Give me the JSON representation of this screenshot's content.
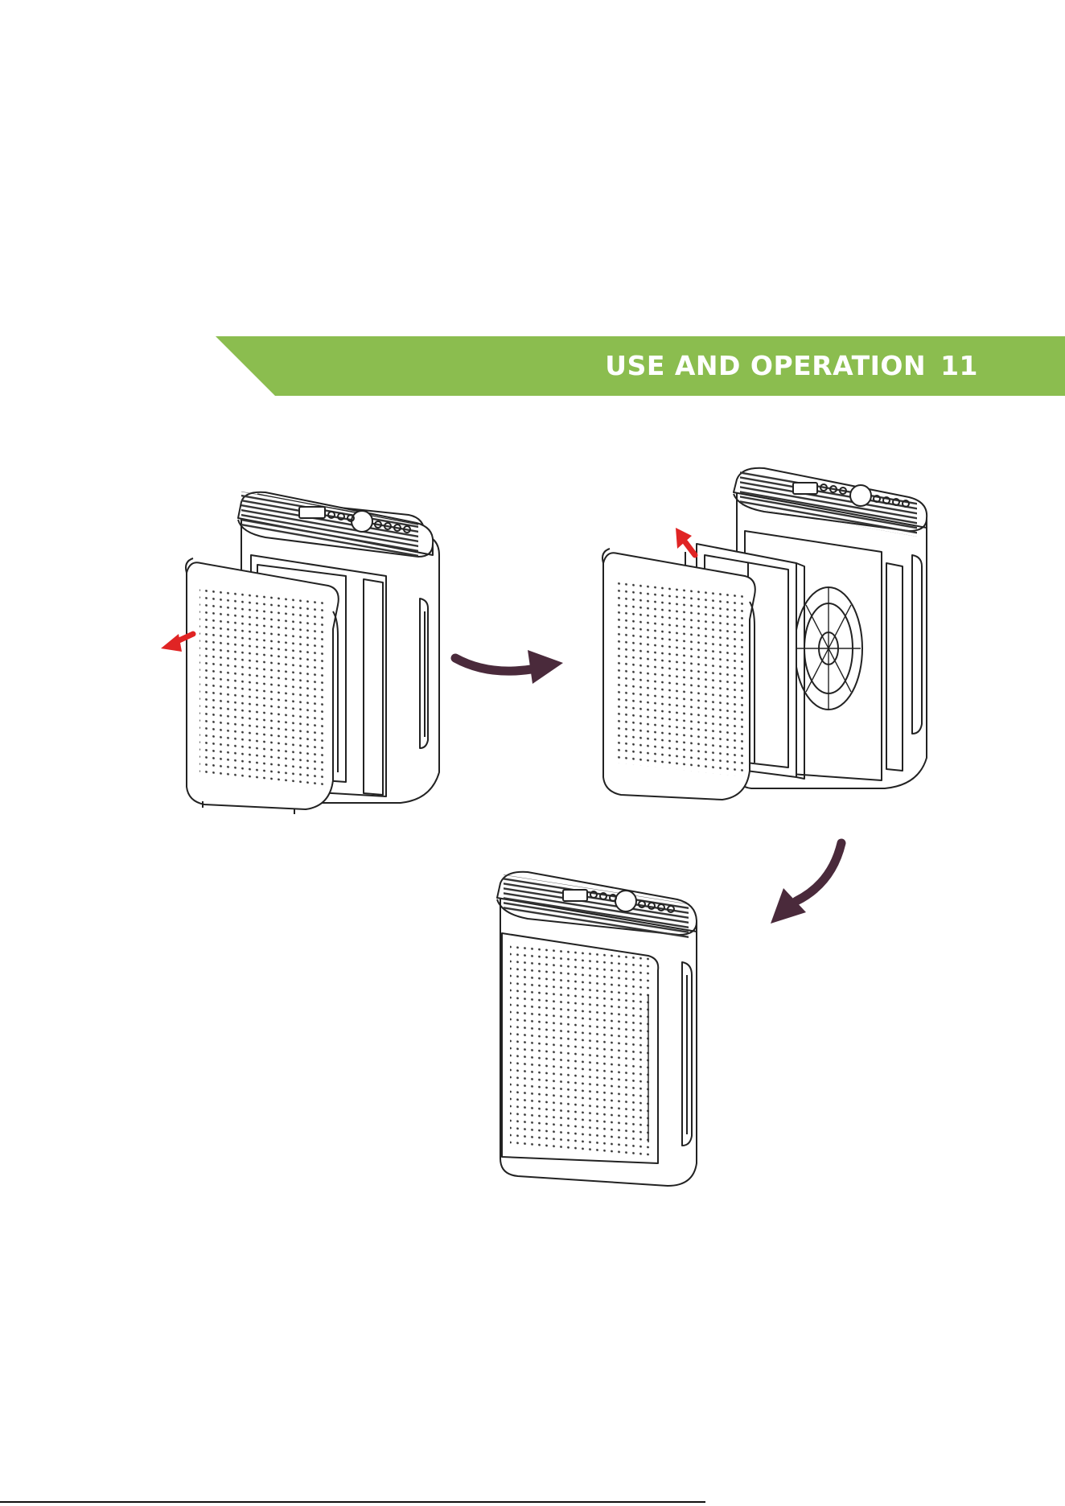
{
  "header": {
    "section_title": "USE AND OPERATION",
    "page_number": "11"
  },
  "colors": {
    "banner": "#8bbd4f",
    "flow_arrow": "#4a2a3b",
    "action_arrow": "#e02424",
    "line_art": "#222222"
  },
  "icons": {
    "pull_arrow": "arrow-left-red",
    "lift_arrow": "arrow-up-red",
    "flow_arrow_1": "curved-arrow-right",
    "flow_arrow_2": "curved-arrow-down-left"
  }
}
